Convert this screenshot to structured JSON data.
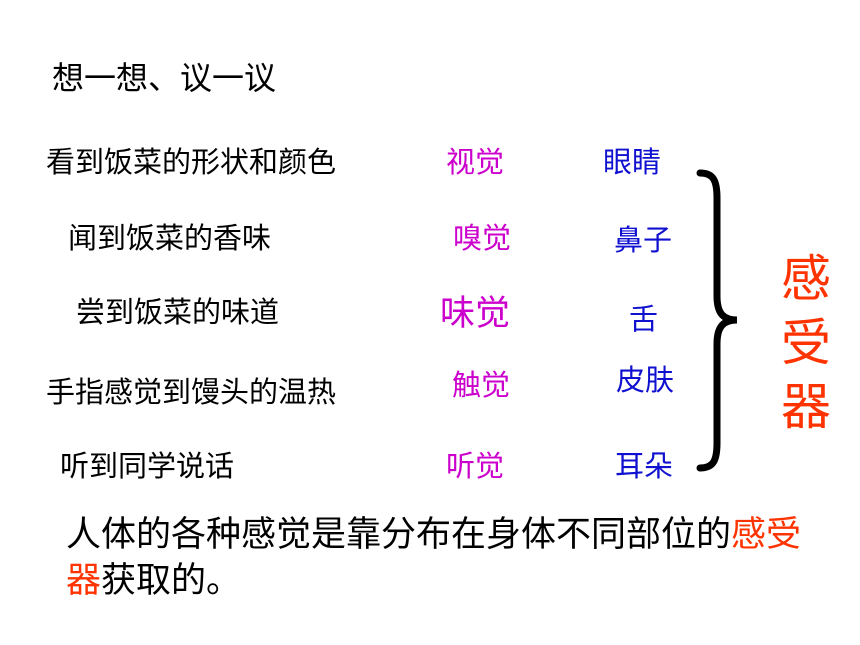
{
  "title": "想一想、议一议",
  "rows": [
    {
      "stimulus": "看到饭菜的形状和颜色",
      "sense": "视觉",
      "organ": "眼睛"
    },
    {
      "stimulus": "闻到饭菜的香味",
      "sense": "嗅觉",
      "organ": "鼻子"
    },
    {
      "stimulus": "尝到饭菜的味道",
      "sense": "味觉",
      "organ": "舌"
    },
    {
      "stimulus": "手指感觉到馒头的温热",
      "sense": "触觉",
      "organ": "皮肤"
    },
    {
      "stimulus": "听到同学说话",
      "sense": "听觉",
      "organ": "耳朵"
    }
  ],
  "receptor_label": "感受器",
  "conclusion": {
    "part1": "人体的各种感觉是靠分布在身体不同部位的",
    "highlight": "感受器",
    "part2": "获取的。"
  },
  "colors": {
    "sense": "#cc00cc",
    "organ": "#1010d0",
    "highlight": "#ff3300",
    "text": "#000000"
  }
}
